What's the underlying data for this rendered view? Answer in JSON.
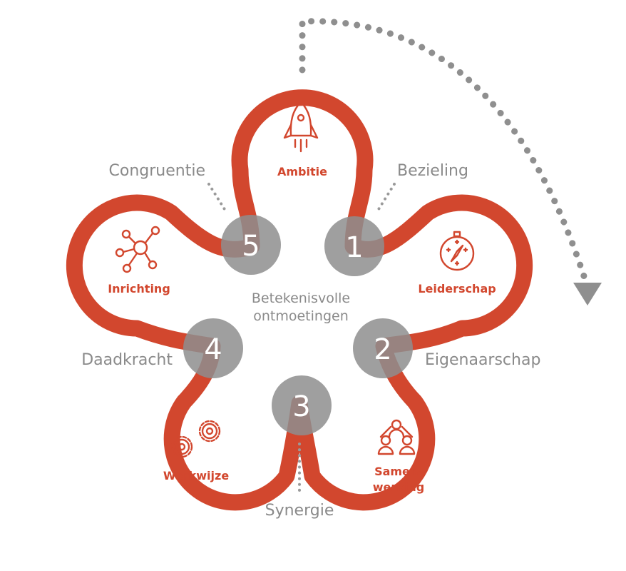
{
  "colors": {
    "accent": "#d2472e",
    "grey": "#8a8a8a",
    "node": "#8e8e8e",
    "dots": "#8f8f8f"
  },
  "petals": [
    {
      "label": "Ambitie",
      "icon": "rocket-icon"
    },
    {
      "label": "Leiderschap",
      "icon": "compass-icon"
    },
    {
      "label_line1": "Samen-",
      "label_line2": "werking",
      "icon": "team-icon"
    },
    {
      "label": "Werkwijze",
      "icon": "gears-icon"
    },
    {
      "label": "Inrichting",
      "icon": "network-icon"
    }
  ],
  "nodes": [
    "1",
    "2",
    "3",
    "4",
    "5"
  ],
  "qualities": {
    "bezieling": "Bezieling",
    "eigenaarschap": "Eigenaarschap",
    "synergie": "Synergie",
    "daadkracht": "Daadkracht",
    "congruentie": "Congruentie"
  },
  "center": {
    "line1": "Betekenisvolle",
    "line2": "ontmoetingen"
  }
}
